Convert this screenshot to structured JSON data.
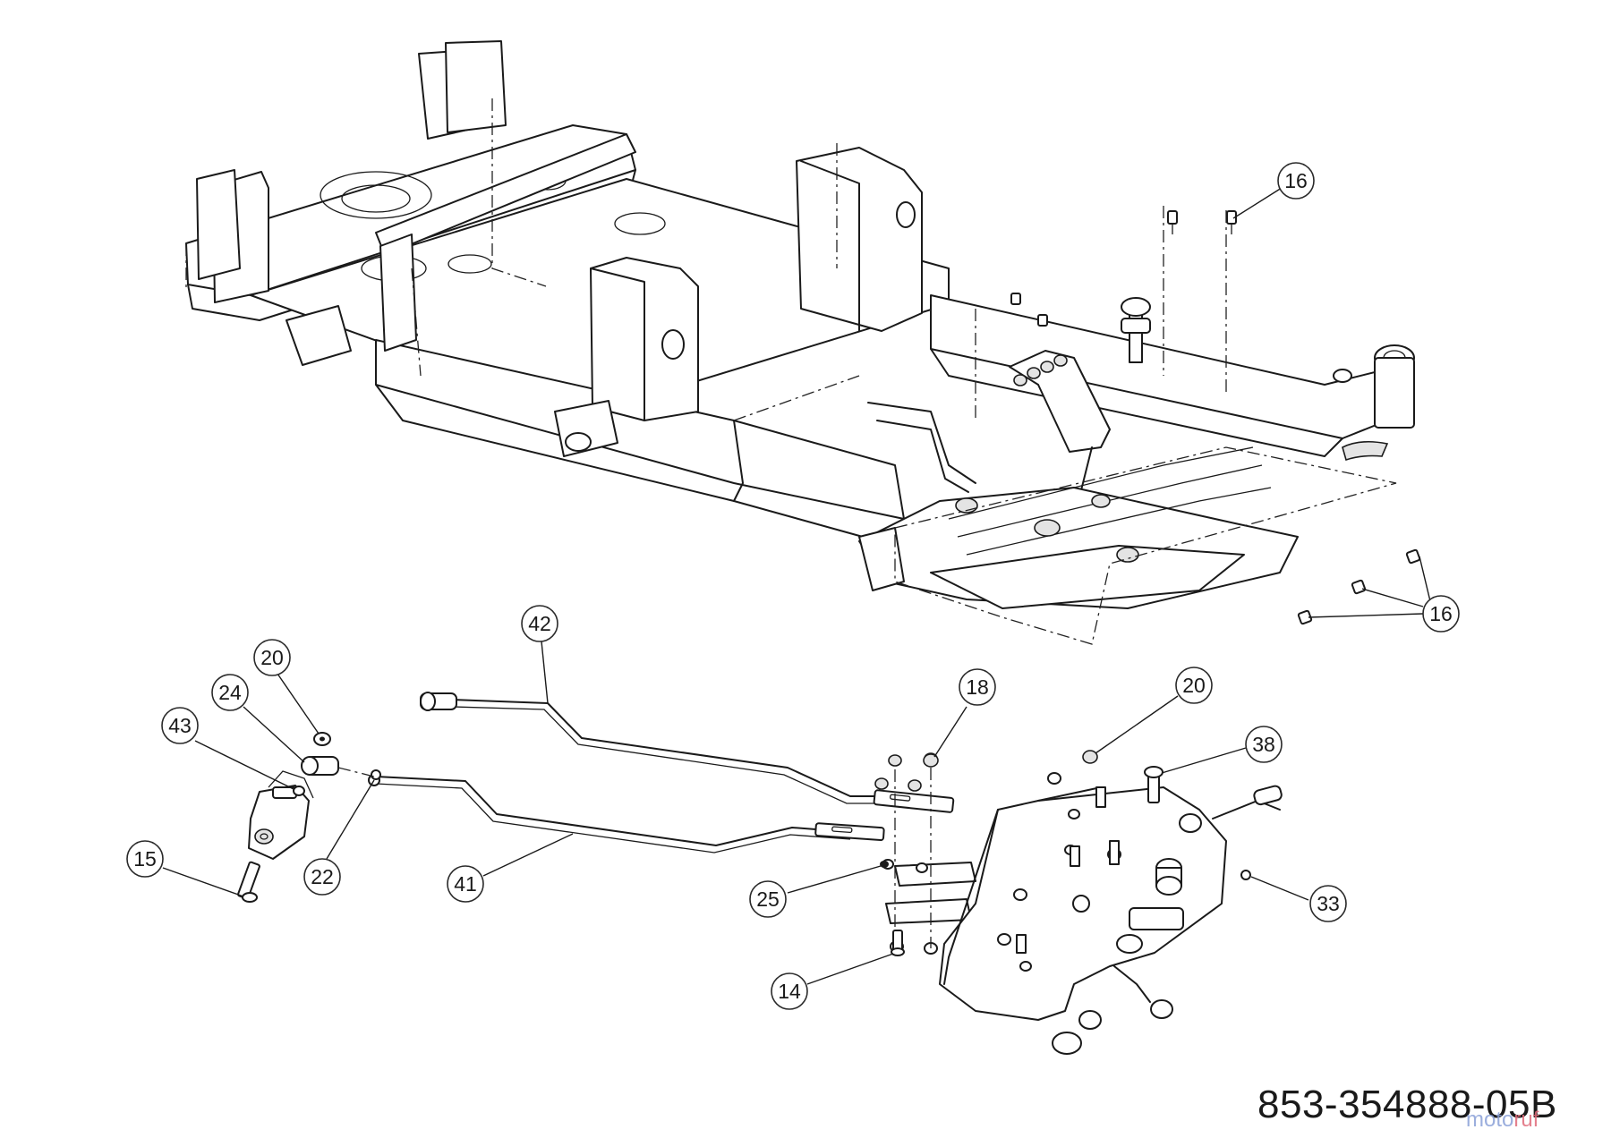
{
  "callouts": [
    "16",
    "16",
    "42",
    "20",
    "24",
    "43",
    "15",
    "22",
    "41",
    "18",
    "20",
    "38",
    "25",
    "33",
    "14"
  ],
  "drawing_number": "853-354888-05B",
  "watermark": {
    "text_a": "moto",
    "text_b": "ruf",
    "color_a": "#8aa0d8",
    "color_b": "#e06a7a"
  }
}
